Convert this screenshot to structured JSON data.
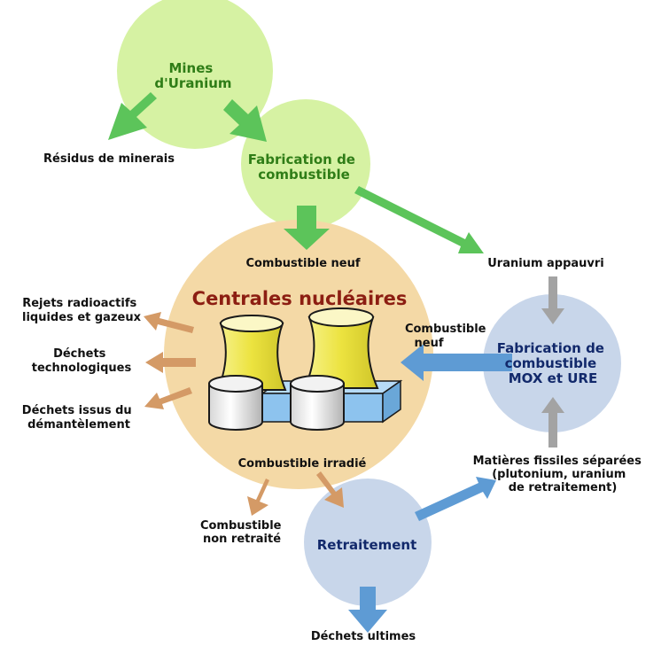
{
  "nodes": {
    "mines": {
      "lines": [
        "Mines",
        "d'Uranium"
      ]
    },
    "fabrication": {
      "lines": [
        "Fabrication de",
        "combustible"
      ]
    },
    "centrales": {
      "title": "Centrales nucléaires"
    },
    "mox": {
      "lines": [
        "Fabrication de",
        "combustible",
        "MOX et URE"
      ]
    },
    "retraitement": {
      "label": "Retraitement"
    }
  },
  "labels": {
    "residus": "Résidus de minerais",
    "combustible_neuf": "Combustible neuf",
    "uranium_appauvri": "Uranium appauvri",
    "rejets": [
      "Rejets radioactifs",
      "liquides et gazeux"
    ],
    "dechets_tech": [
      "Déchets",
      "technologiques"
    ],
    "dechets_demantelement": [
      "Déchets issus du",
      "démantèlement"
    ],
    "combustible_neuf_mox": [
      "Combustible",
      "neuf"
    ],
    "combustible_irradie": "Combustible irradié",
    "matieres": [
      "Matières fissiles séparées",
      "(plutonium, uranium",
      "de retraitement)"
    ],
    "non_retraite": [
      "Combustible",
      "non retraité"
    ],
    "dechets_ultimes": "Déchets ultimes"
  },
  "colors": {
    "green_node": "#d6f2a3",
    "green_arrow": "#5cc45a",
    "green_text": "#2f7d17",
    "orange_node": "#f4d9a6",
    "orange_arrow": "#d49a66",
    "blue_node": "#c8d6ea",
    "blue_arrow": "#5e9bd4",
    "gray_arrow": "#a3a3a3",
    "blue_text": "#12296b",
    "red_text": "#8c1e12",
    "tower_yellow": "#f2ec6a",
    "block_blue": "#8dc3ee"
  }
}
